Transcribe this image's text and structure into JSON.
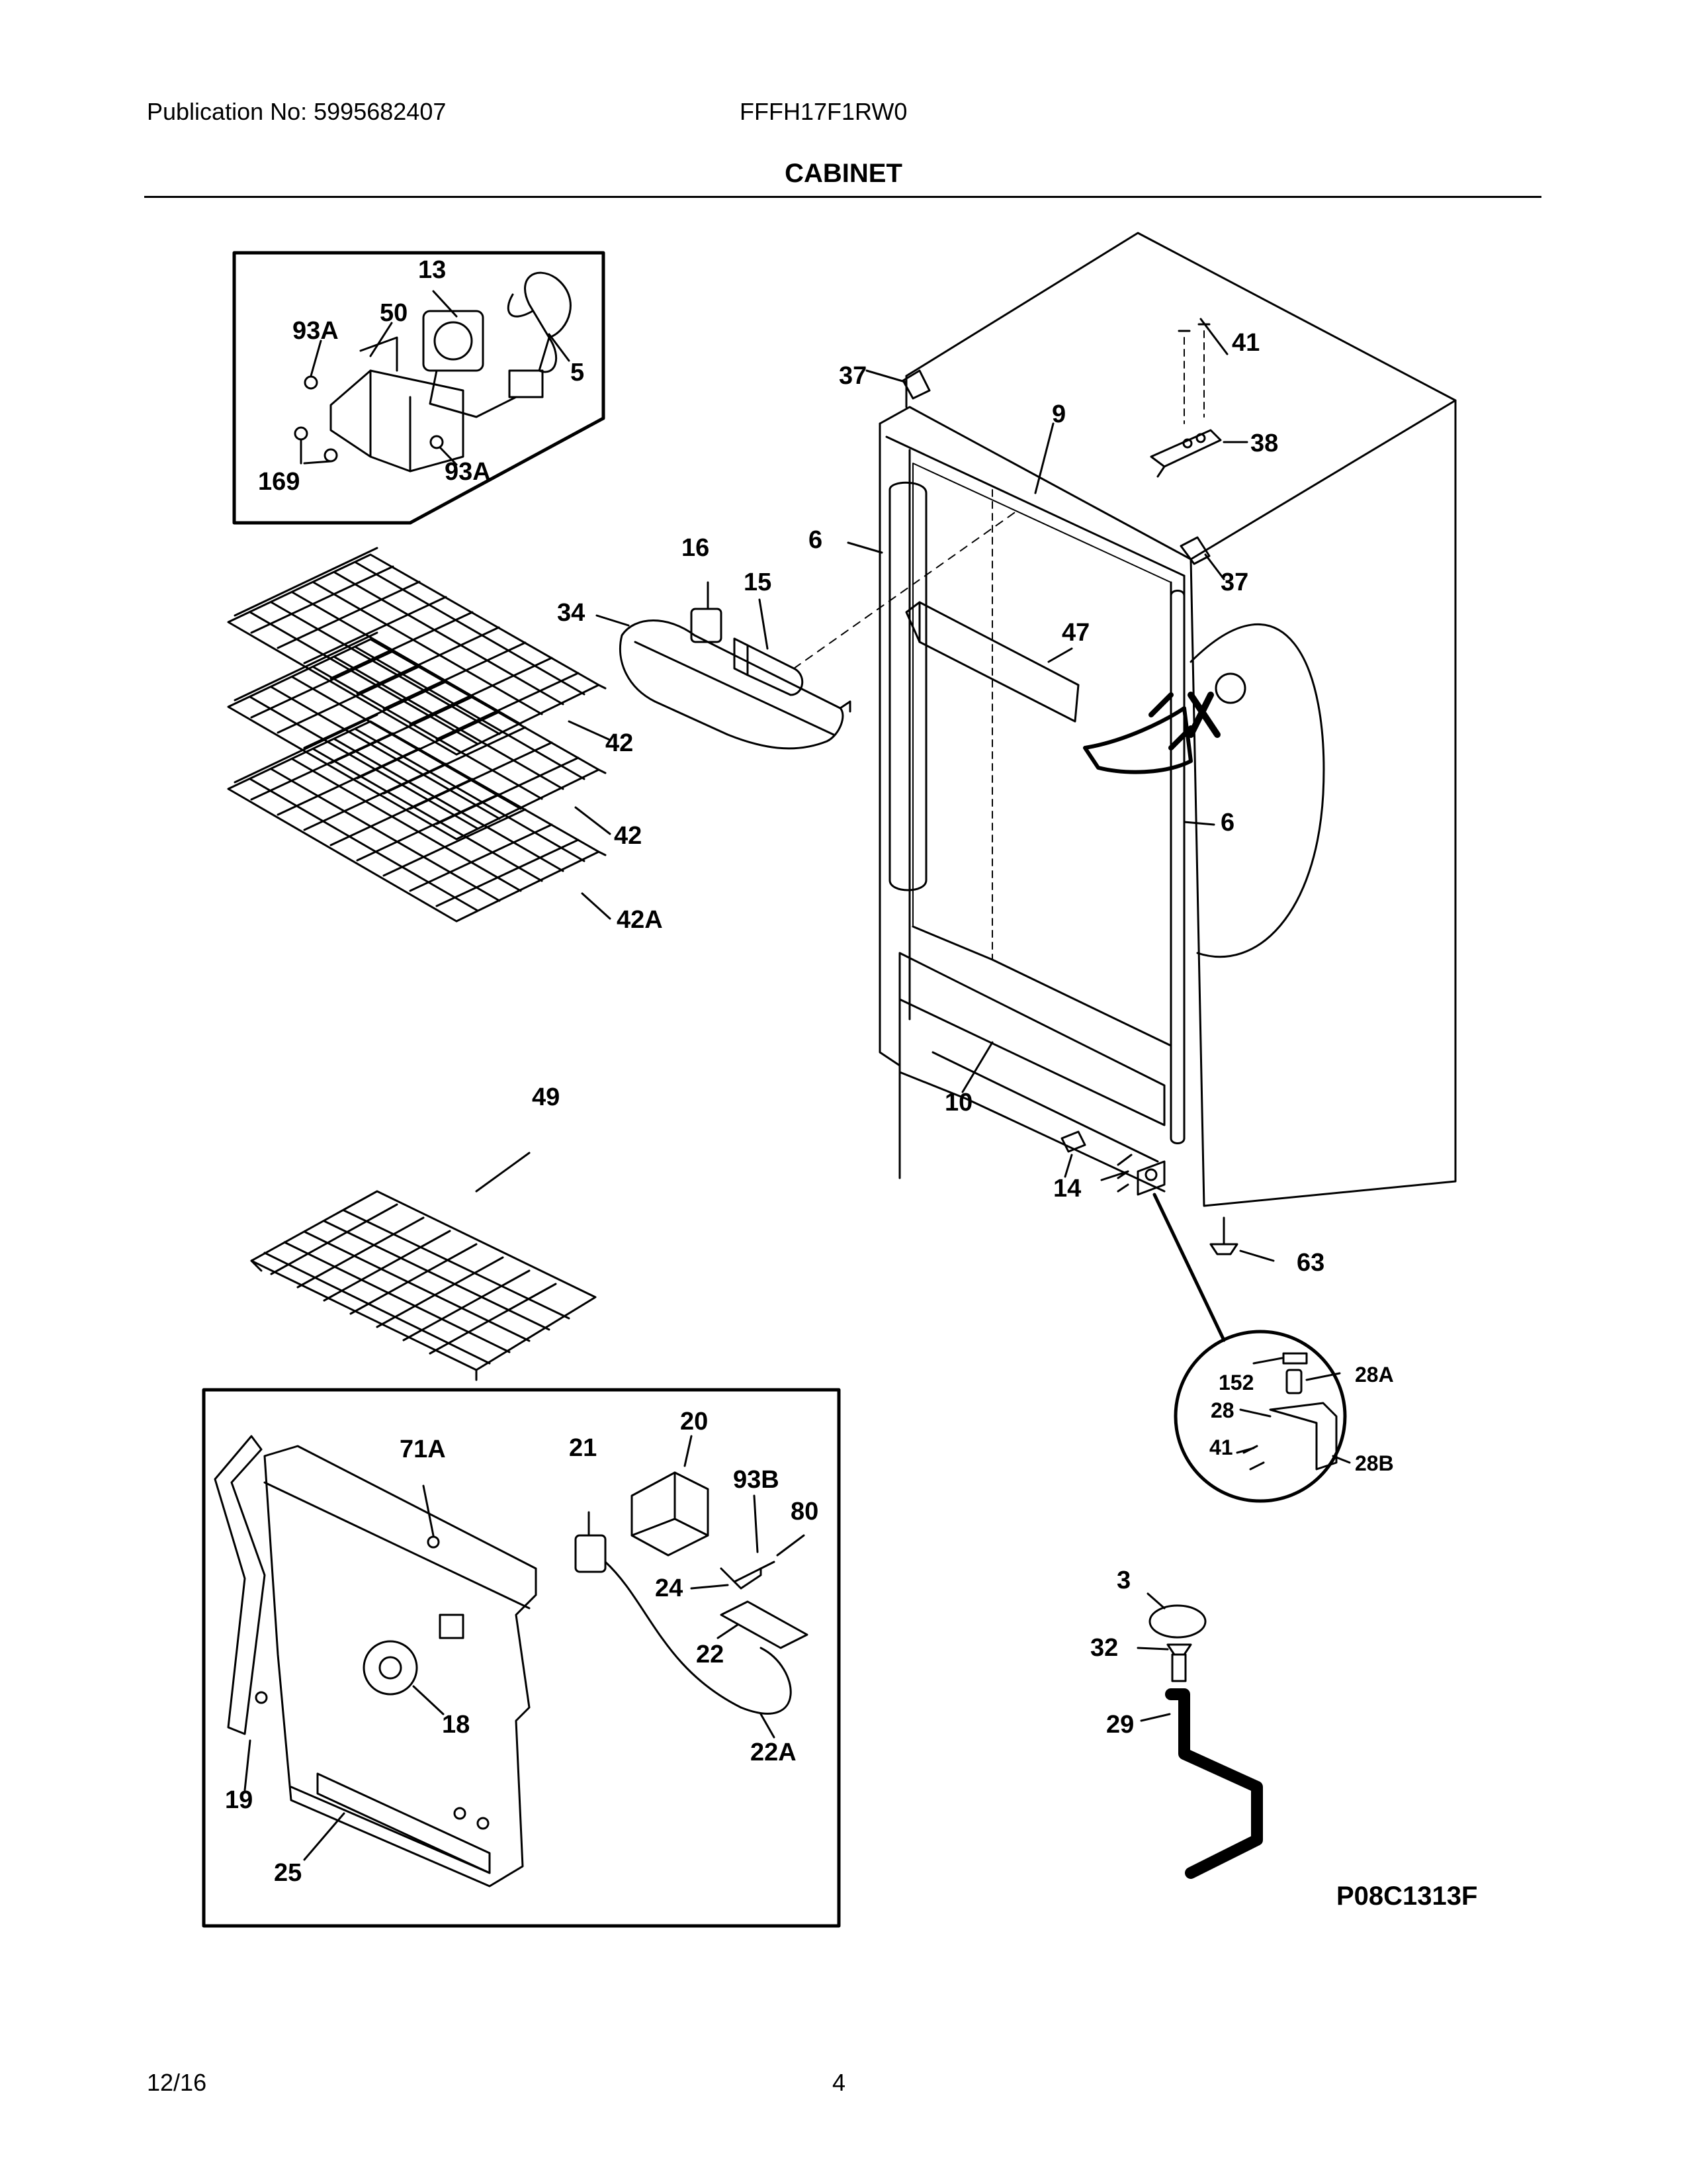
{
  "header": {
    "publication": "Publication No: 5995682407",
    "model": "FFFH17F1RW0",
    "section_title": "CABINET"
  },
  "diagram": {
    "figure_code": "P08C1313F",
    "callouts": {
      "c13": "13",
      "c50": "50",
      "c93A_1": "93A",
      "c5": "5",
      "c169": "169",
      "c93A_2": "93A",
      "c37_1": "37",
      "c41_1": "41",
      "c9": "9",
      "c38": "38",
      "c16": "16",
      "c6_1": "6",
      "c15": "15",
      "c34": "34",
      "c37_2": "37",
      "c47": "47",
      "c42_1": "42",
      "c42_2": "42",
      "c6_2": "6",
      "c42A": "42A",
      "c10": "10",
      "c49": "49",
      "c14": "14",
      "c63": "63",
      "c152": "152",
      "c28A": "28A",
      "c28": "28",
      "c41_2": "41",
      "c28B": "28B",
      "c20": "20",
      "c71A": "71A",
      "c21": "21",
      "c93B": "93B",
      "c80": "80",
      "c24": "24",
      "c22": "22",
      "c18": "18",
      "c22A": "22A",
      "c19": "19",
      "c25": "25",
      "c3": "3",
      "c32": "32",
      "c29": "29"
    }
  },
  "footer": {
    "date": "12/16",
    "page": "4"
  }
}
